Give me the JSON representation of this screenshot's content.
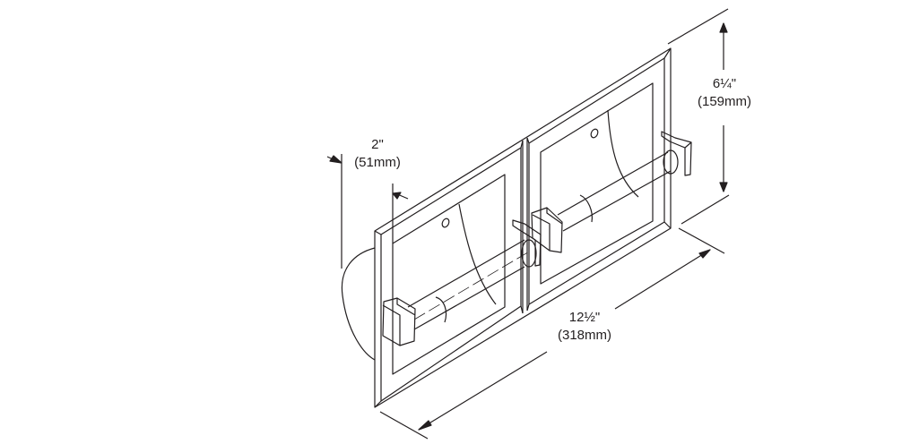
{
  "dimensions": {
    "height": {
      "imperial": "6¼\"",
      "metric": "(159mm)"
    },
    "depth": {
      "imperial": "2\"",
      "metric": "(51mm)"
    },
    "width": {
      "imperial": "12½\"",
      "metric": "(318mm)"
    }
  },
  "colors": {
    "line": "#231f20",
    "background": "#ffffff"
  }
}
